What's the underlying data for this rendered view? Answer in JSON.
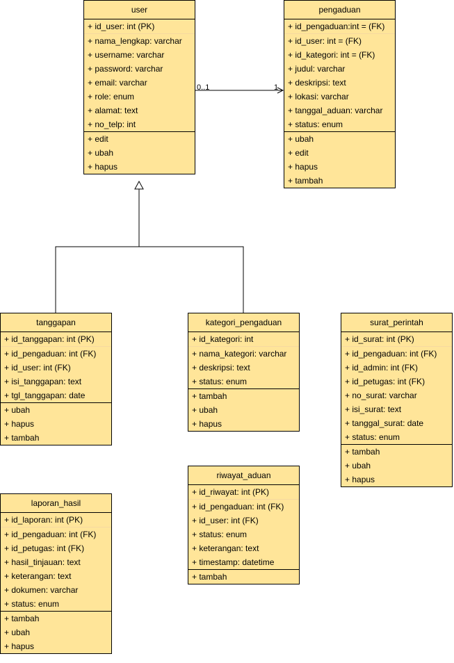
{
  "classes": {
    "user": {
      "name": "user",
      "pk": "+ id_user: int (PK)",
      "attributes": [
        "+ nama_lengkap: varchar",
        "+ username: varchar",
        "+ password: varchar",
        "+ email: varchar",
        "+ role: enum",
        "+ alamat: text",
        "+ no_telp: int"
      ],
      "methods": [
        "+ edit",
        "+ ubah",
        "+ hapus"
      ]
    },
    "pengaduan": {
      "name": "pengaduan",
      "pk": "+ id_pengaduan:int = (FK)",
      "attributes": [
        "+ id_user: int = (FK)",
        "+ id_kategori: int = (FK)",
        "+ judul: varchar",
        "+ deskripsi: text",
        "+ lokasi: varchar",
        "+ tanggal_aduan: varchar",
        "+ status: enum"
      ],
      "methods": [
        "+ ubah",
        "+ edit",
        "+ hapus",
        "+ tambah"
      ]
    },
    "tanggapan": {
      "name": "tanggapan",
      "pk": "+ id_tanggapan: int (PK)",
      "attributes": [
        "+ id_pengaduan: int (FK)",
        "+ id_user: int (FK)",
        "+ isi_tanggapan: text",
        "+ tgl_tanggapan: date"
      ],
      "methods": [
        "+ ubah",
        "+ hapus",
        "+ tambah"
      ]
    },
    "kategori_pengaduan": {
      "name": "kategori_pengaduan",
      "pk": "+ id_kategori: int",
      "attributes": [
        "+ nama_kategori: varchar",
        "+ deskripsi: text",
        "+ status: enum"
      ],
      "methods": [
        "+ tambah",
        "+ ubah",
        "+ hapus"
      ]
    },
    "surat_perintah": {
      "name": "surat_perintah",
      "pk": "+ id_surat: int (PK)",
      "attributes": [
        "+ id_pengaduan: int (FK)",
        "+ id_admin: int (FK)",
        "+ id_petugas: int (FK)",
        "+ no_surat: varchar",
        "+ isi_surat: text",
        "+ tanggal_surat: date",
        "+ status: enum"
      ],
      "methods": [
        "+ tambah",
        "+ ubah",
        "+ hapus"
      ]
    },
    "riwayat_aduan": {
      "name": "riwayat_aduan",
      "pk": "+ id_riwayat: int (PK)",
      "attributes": [
        "+ id_pengaduan: int (FK)",
        "+ id_user: int (FK)",
        "+ status: enum",
        "+ keterangan: text",
        "+ timestamp: datetime"
      ],
      "methods": [
        "+ tambah"
      ]
    },
    "laporan_hasil": {
      "name": "laporan_hasil",
      "pk": "+ id_laporan: int (PK)",
      "attributes": [
        "+ id_pengaduan: int (FK)",
        "+ id_petugas: int (FK)",
        "+ hasil_tinjauan: text",
        "+ keterangan: text",
        "+ dokumen: varchar",
        "+ status: enum"
      ],
      "methods": [
        "+ tambah",
        "+ ubah",
        "+ hapus"
      ]
    }
  },
  "association": {
    "source_multiplicity": "0..1",
    "target_multiplicity": "1"
  },
  "colors": {
    "class_fill": "#ffe599",
    "stroke": "#000000"
  }
}
